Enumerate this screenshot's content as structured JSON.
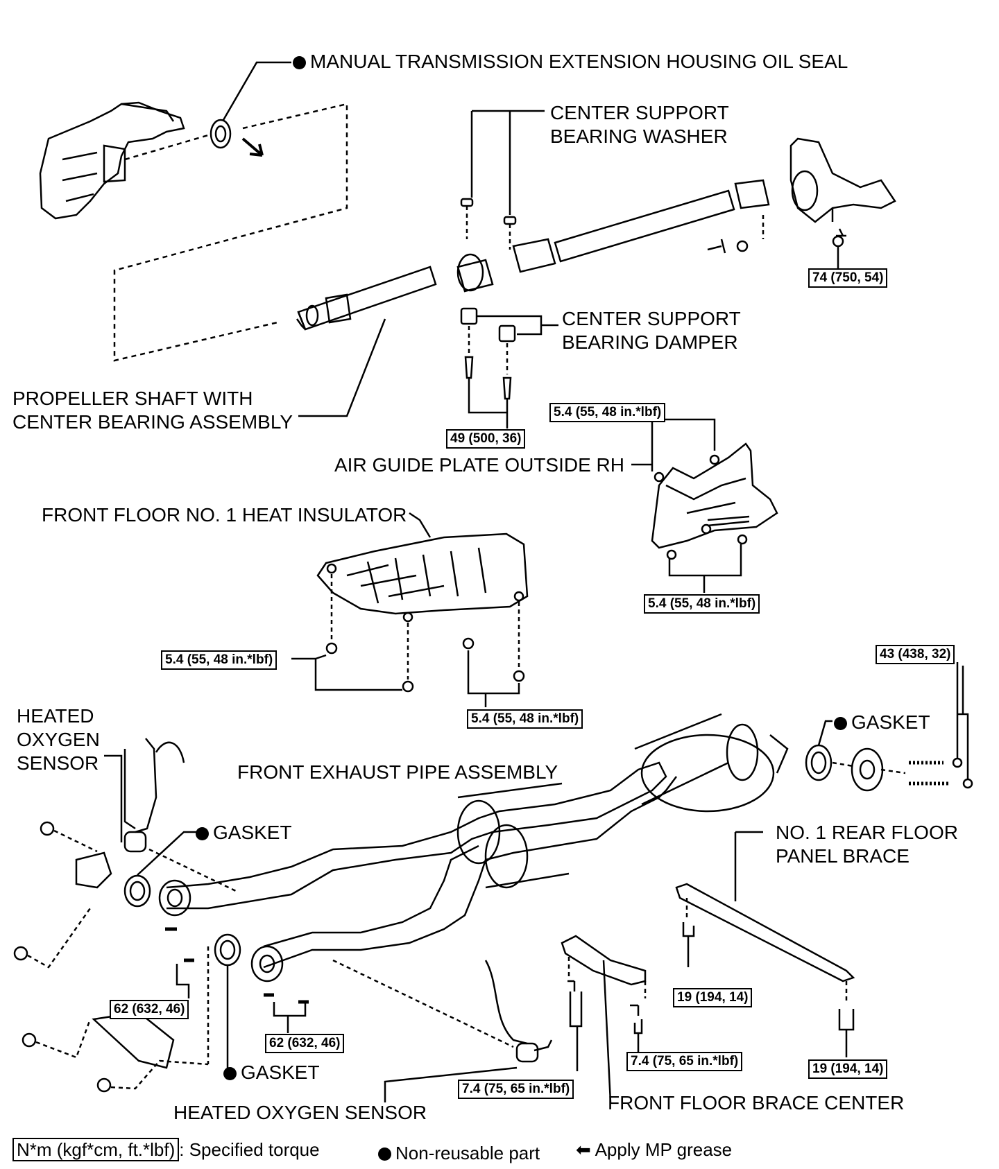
{
  "labels": {
    "mt_oil_seal": "MANUAL TRANSMISSION EXTENSION HOUSING OIL SEAL",
    "csb_washer_1": "CENTER SUPPORT",
    "csb_washer_2": "BEARING WASHER",
    "csb_damper_1": "CENTER SUPPORT",
    "csb_damper_2": "BEARING DAMPER",
    "prop_shaft_1": "PROPELLER SHAFT WITH",
    "prop_shaft_2": "CENTER BEARING ASSEMBLY",
    "air_guide": "AIR GUIDE PLATE OUTSIDE RH",
    "heat_insulator": "FRONT FLOOR NO. 1 HEAT INSULATOR",
    "ho2_sensor_top_1": "HEATED",
    "ho2_sensor_top_2": "OXYGEN",
    "ho2_sensor_top_3": "SENSOR",
    "front_exhaust": "FRONT EXHAUST PIPE ASSEMBLY",
    "gasket_rear": "GASKET",
    "gasket_left": "GASKET",
    "gasket_lower": "GASKET",
    "rear_brace_1": "NO. 1 REAR FLOOR",
    "rear_brace_2": "PANEL BRACE",
    "ho2_sensor_bottom": "HEATED OXYGEN SENSOR",
    "floor_brace_center": "FRONT FLOOR BRACE CENTER"
  },
  "torques": {
    "t_flange": "74 (750, 54)",
    "t_center_bearing": "49 (500, 36)",
    "t_airguide_top": "5.4 (55, 48 in.*lbf)",
    "t_airguide_bottom": "5.4 (55, 48 in.*lbf)",
    "t_insulator_left": "5.4 (55, 48 in.*lbf)",
    "t_insulator_bottom": "5.4 (55, 48 in.*lbf)",
    "t_tailpipe": "43 (438, 32)",
    "t_manifold_left": "62 (632, 46)",
    "t_manifold_right": "62 (632, 46)",
    "t_brace_center_right": "7.4 (75, 65 in.*lbf)",
    "t_brace_center_left": "7.4 (75, 65 in.*lbf)",
    "t_rear_brace_left": "19 (194, 14)",
    "t_rear_brace_right": "19 (194, 14)"
  },
  "legend": {
    "torque_box": "N*m (kgf*cm, ft.*lbf)",
    "torque_text": ": Specified torque",
    "nonreusable": "Non-reusable part",
    "grease": "Apply MP grease"
  }
}
